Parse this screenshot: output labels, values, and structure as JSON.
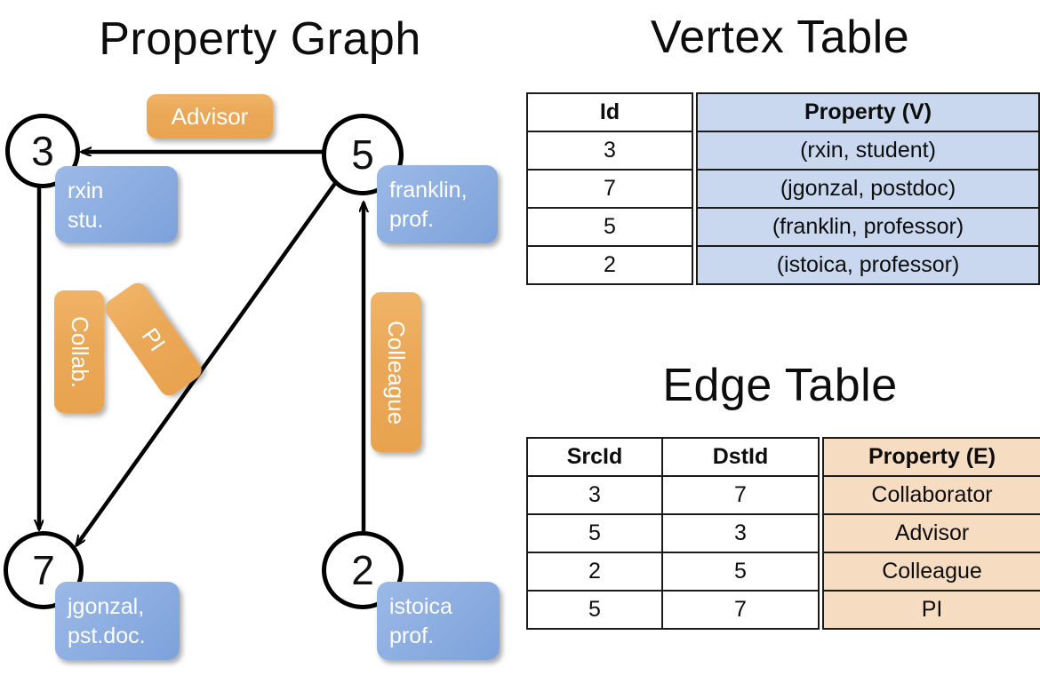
{
  "titles": {
    "graph": "Property Graph",
    "vertex_table": "Vertex Table",
    "edge_table": "Edge Table"
  },
  "colors": {
    "vertex_property_fill": "#c9d8ef",
    "edge_property_fill": "#f6dcc0",
    "node_property_box": "#8fb0e2",
    "edge_label_box": "#eaa857",
    "stroke": "#000000",
    "background": "#ffffff"
  },
  "graph": {
    "nodes": [
      {
        "id": "3",
        "label": "3",
        "property_lines": [
          "rxin",
          "stu."
        ]
      },
      {
        "id": "5",
        "label": "5",
        "property_lines": [
          "franklin,",
          "prof."
        ]
      },
      {
        "id": "7",
        "label": "7",
        "property_lines": [
          "jgonzal,",
          "pst.doc."
        ]
      },
      {
        "id": "2",
        "label": "2",
        "property_lines": [
          "istoica",
          "prof."
        ]
      }
    ],
    "edges": [
      {
        "src": "5",
        "dst": "3",
        "label": "Advisor"
      },
      {
        "src": "3",
        "dst": "7",
        "label": "Collab."
      },
      {
        "src": "5",
        "dst": "7",
        "label": "PI"
      },
      {
        "src": "2",
        "dst": "5",
        "label": "Colleague"
      }
    ]
  },
  "vertex_table": {
    "headers": [
      "Id",
      "Property (V)"
    ],
    "rows": [
      {
        "id": "3",
        "property": "(rxin, student)"
      },
      {
        "id": "7",
        "property": "(jgonzal, postdoc)"
      },
      {
        "id": "5",
        "property": "(franklin, professor)"
      },
      {
        "id": "2",
        "property": "(istoica, professor)"
      }
    ]
  },
  "edge_table": {
    "headers": [
      "SrcId",
      "DstId",
      "Property (E)"
    ],
    "rows": [
      {
        "src": "3",
        "dst": "7",
        "property": "Collaborator"
      },
      {
        "src": "5",
        "dst": "3",
        "property": "Advisor"
      },
      {
        "src": "2",
        "dst": "5",
        "property": "Colleague"
      },
      {
        "src": "5",
        "dst": "7",
        "property": "PI"
      }
    ]
  }
}
